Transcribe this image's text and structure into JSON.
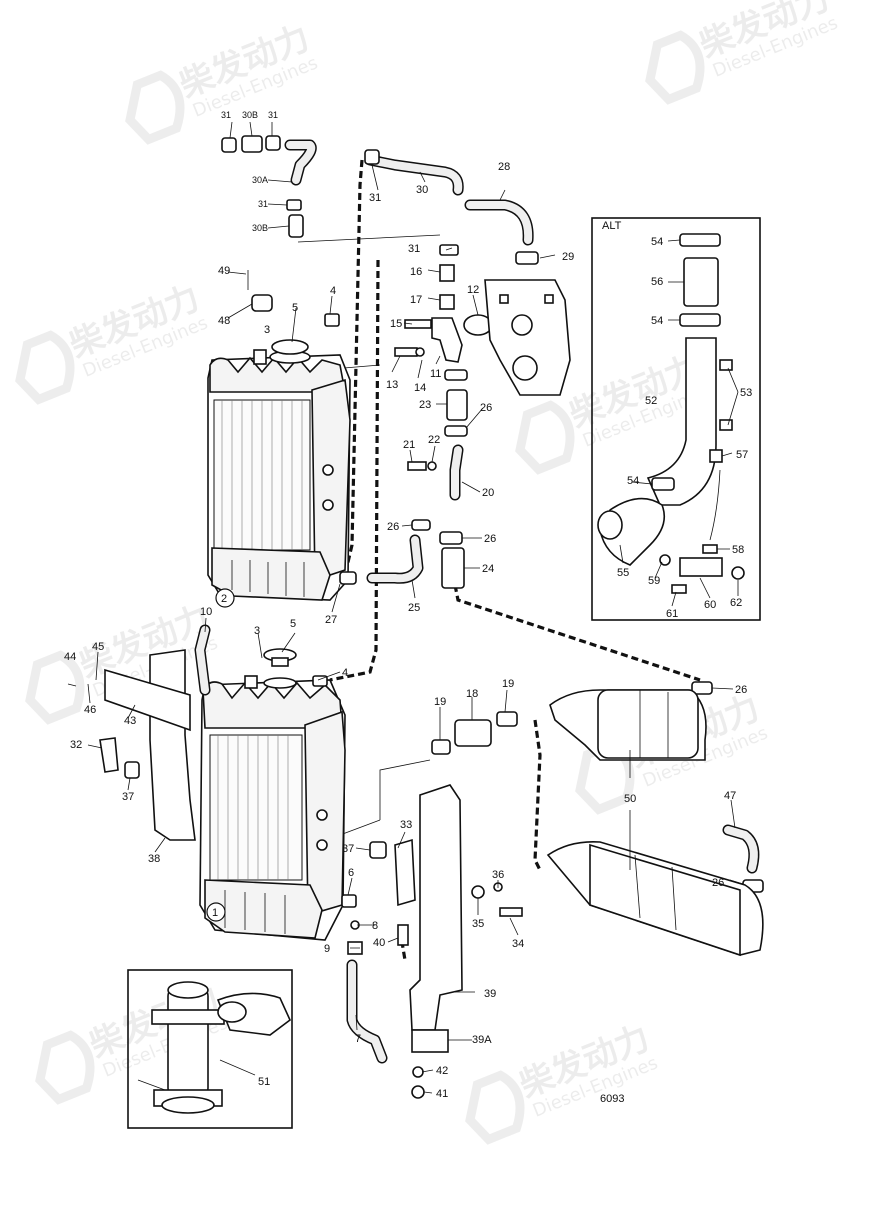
{
  "watermark": {
    "brand_cn": "柴发动力",
    "brand_en": "Diesel-Engines"
  },
  "drawing_number": "6093",
  "alt_box": {
    "title": "ALT"
  },
  "callouts": {
    "c31a": "31",
    "c30Ba": "30B",
    "c31b": "31",
    "c30A": "30A",
    "c31c": "31",
    "c30Bb": "30B",
    "c31d": "31",
    "c30": "30",
    "c28": "28",
    "c29": "29",
    "c31e": "31",
    "c16": "16",
    "c17": "17",
    "c12": "12",
    "c15": "15",
    "c11": "11",
    "c13": "13",
    "c14": "14",
    "c23": "23",
    "c26a": "26",
    "c21": "21",
    "c22": "22",
    "c20": "20",
    "c26b": "26",
    "c26c": "26",
    "c24": "24",
    "c25": "25",
    "c27": "27",
    "c49": "49",
    "c48": "48",
    "c3a": "3",
    "c5a": "5",
    "c4a": "4",
    "c2": "2",
    "c10": "10",
    "c3b": "3",
    "c5b": "5",
    "c4b": "4",
    "c44": "44",
    "c45": "45",
    "c46": "46",
    "c43": "43",
    "c32": "32",
    "c37a": "37",
    "c38": "38",
    "c37b": "37",
    "c33": "33",
    "c6": "6",
    "c8": "8",
    "c9": "9",
    "c40": "40",
    "c1": "1",
    "c7": "7",
    "c19a": "19",
    "c18": "18",
    "c19b": "19",
    "c26d": "26",
    "c50": "50",
    "c47": "47",
    "c26e": "26",
    "c36": "36",
    "c35": "35",
    "c34": "34",
    "c39": "39",
    "c39A": "39A",
    "c42": "42",
    "c41": "41",
    "c51": "51",
    "c54a": "54",
    "c56": "56",
    "c54b": "54",
    "c53": "53",
    "c52": "52",
    "c57": "57",
    "c54c": "54",
    "c55": "55",
    "c58": "58",
    "c59": "59",
    "c60": "60",
    "c62": "62",
    "c61": "61"
  }
}
